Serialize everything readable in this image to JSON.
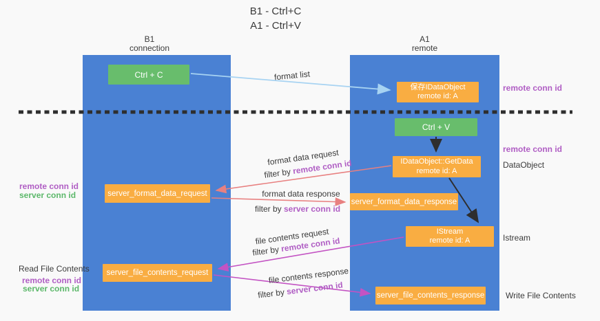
{
  "title": {
    "line1": "B1 - Ctrl+C",
    "line2": "A1 - Ctrl+V"
  },
  "columns": {
    "left": {
      "name": "B1",
      "subtitle": "connection"
    },
    "right": {
      "name": "A1",
      "subtitle": "remote"
    }
  },
  "boxes": {
    "ctrl_c": {
      "label": "Ctrl + C"
    },
    "save_dataobject": {
      "line1": "保存IDataObject",
      "line2": "remote id: A"
    },
    "ctrl_v": {
      "label": "Ctrl + V"
    },
    "getdata": {
      "line1": "IDataObject::GetData",
      "line2": "remote id: A"
    },
    "server_format_data_request": {
      "label": "server_format_data_request"
    },
    "server_format_data_response": {
      "label": "server_format_data_response"
    },
    "istream": {
      "line1": "IStream",
      "line2": "remote id: A"
    },
    "server_file_contents_request": {
      "label": "server_file_contents_request"
    },
    "server_file_contents_response": {
      "label": "server_file_contents_response"
    }
  },
  "arrow_labels": {
    "format_list": "format list",
    "format_data_request": {
      "title": "format data request",
      "filter_prefix": "filter by ",
      "filter_value": "remote conn id"
    },
    "format_data_response": {
      "title": "format data response",
      "filter_prefix": "filter by ",
      "filter_value": "server conn id"
    },
    "file_contents_request": {
      "title": "file contents request",
      "filter_prefix": "filter by ",
      "filter_value": "remote conn id"
    },
    "file_contents_response": {
      "title": "file contents response",
      "filter_prefix": "filter by ",
      "filter_value": "server conn id"
    }
  },
  "side_labels": {
    "right_top_remote_conn_id": "remote conn id",
    "right_mid_remote_conn_id": "remote conn id",
    "dataobject": "DataObject",
    "istream": "Istream",
    "write_file_contents": "Write File Contents",
    "left_remote_conn_id": "remote conn id",
    "left_server_conn_id": "server conn id",
    "read_file_contents": "Read File Contents",
    "left_bottom_remote_conn_id": "remote conn id",
    "left_bottom_server_conn_id": "server conn id"
  },
  "colors": {
    "background": "#f9f9f9",
    "column_blue": "#4a81d3",
    "box_green": "#68bd6c",
    "box_orange": "#f9ad42",
    "purple_text": "#b05ec4",
    "green_text": "#5cb86a",
    "arrow_blue": "#a7d3f2",
    "arrow_salmon": "#e88080",
    "arrow_magenta": "#c353c3",
    "arrow_black": "#2e2e2e",
    "text_dark": "#3a3a3a"
  }
}
